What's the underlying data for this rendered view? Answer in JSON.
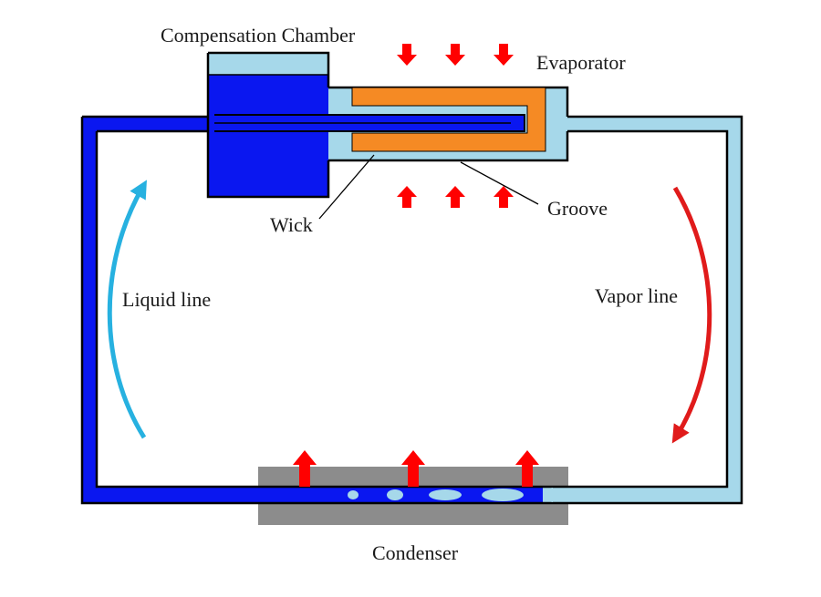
{
  "labels": {
    "compensation_chamber": "Compensation Chamber",
    "evaporator": "Evaporator",
    "wick": "Wick",
    "groove": "Groove",
    "liquid_line": "Liquid line",
    "vapor_line": "Vapor line",
    "condenser": "Condenser"
  },
  "colors": {
    "liquid": "#0a17f0",
    "vapor": "#a6d8ea",
    "wick": "#f58a24",
    "outline": "#000000",
    "heat_arrow": "#ff0000",
    "condenser_plate": "#8c8c8c",
    "liquid_flow_arrow": "#27b1e0",
    "vapor_flow_arrow": "#e01b1b"
  },
  "icons": {
    "heat_in": "red-arrow-icon",
    "heat_out": "red-arrow-icon",
    "liquid_flow": "curved-arrow-icon",
    "vapor_flow": "curved-arrow-icon"
  }
}
